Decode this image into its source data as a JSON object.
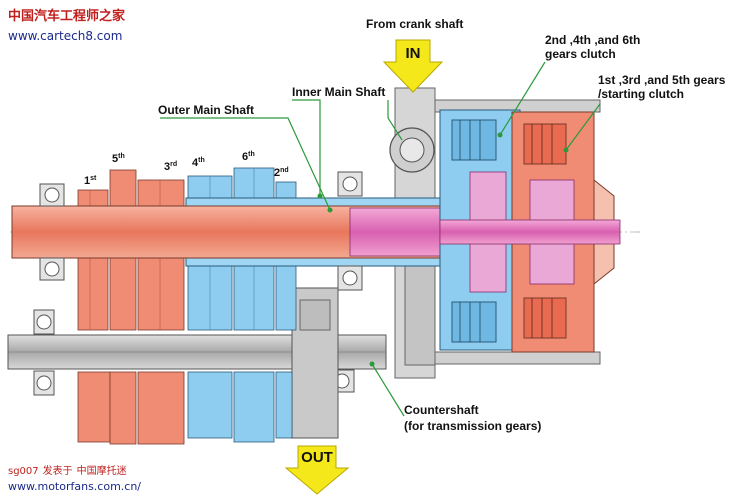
{
  "watermark_top": {
    "chinese": "中国汽车工程师之家",
    "url": "www.cartech8.com"
  },
  "watermark_bottom": {
    "author": "sg007",
    "posted": "发表于",
    "site_name": "中国摩托迷",
    "url": "www.motorfans.com.cn/"
  },
  "labels": {
    "crank": "From crank shaft",
    "in": "IN",
    "out": "OUT",
    "inner_shaft": "Inner Main Shaft",
    "outer_shaft": "Outer Main Shaft",
    "even_clutch_1": "2nd ,4th ,and 6th",
    "even_clutch_2": "gears clutch",
    "odd_clutch_1": "1st ,3rd ,and 5th gears",
    "odd_clutch_2": "/starting clutch",
    "countershaft_1": "Countershaft",
    "countershaft_2": "(for transmission gears)"
  },
  "gears": [
    {
      "num": "1",
      "sup": "st"
    },
    {
      "num": "5",
      "sup": "th"
    },
    {
      "num": "3",
      "sup": "rd"
    },
    {
      "num": "4",
      "sup": "th"
    },
    {
      "num": "6",
      "sup": "th"
    },
    {
      "num": "2",
      "sup": "nd"
    }
  ],
  "colors": {
    "odd_gears": "#f08c74",
    "even_gears": "#8ecdf0",
    "shaft_gray": "#b8b8b8",
    "arrow_yellow": "#f5e81a",
    "leader_green": "#2a9a3a",
    "watermark_red": "#c0211e",
    "watermark_blue": "#1a2a8a"
  }
}
